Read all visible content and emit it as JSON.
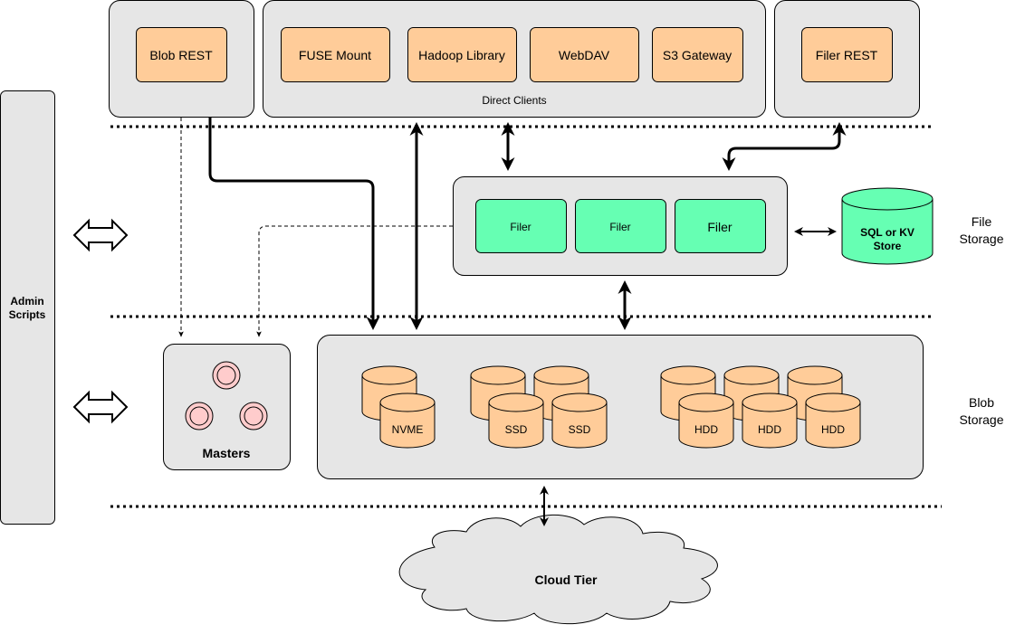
{
  "colors": {
    "panel_fill": "#e6e6e6",
    "panel_stroke": "#000000",
    "client_fill": "#ffcc99",
    "filer_fill": "#66ffb3",
    "store_fill": "#66ffb3",
    "disk_fill": "#ffcc99",
    "master_outer": "#ffcccc",
    "master_inner": "#ffcccc",
    "cloud_fill": "#e6e6e6",
    "text": "#000000"
  },
  "clients": {
    "blob_rest": "Blob REST",
    "fuse_mount": "FUSE Mount",
    "hadoop_library": "Hadoop Library",
    "webdav": "WebDAV",
    "s3_gateway": "S3 Gateway",
    "direct_clients_label": "Direct Clients",
    "filer_rest": "Filer REST"
  },
  "filer_group": {
    "filers": [
      "Filer",
      "Filer",
      "Filer"
    ],
    "store_line1": "SQL or KV",
    "store_line2": "Store",
    "layer_label_line1": "File",
    "layer_label_line2": "Storage"
  },
  "blob_group": {
    "nvme": "NVME",
    "ssd": [
      "SSD",
      "SSD"
    ],
    "hdd": [
      "HDD",
      "HDD",
      "HDD"
    ],
    "masters_label": "Masters",
    "layer_label_line1": "Blob",
    "layer_label_line2": "Storage"
  },
  "admin": {
    "line1": "Admin",
    "line2": "Scripts"
  },
  "cloud": {
    "label": "Cloud Tier"
  }
}
